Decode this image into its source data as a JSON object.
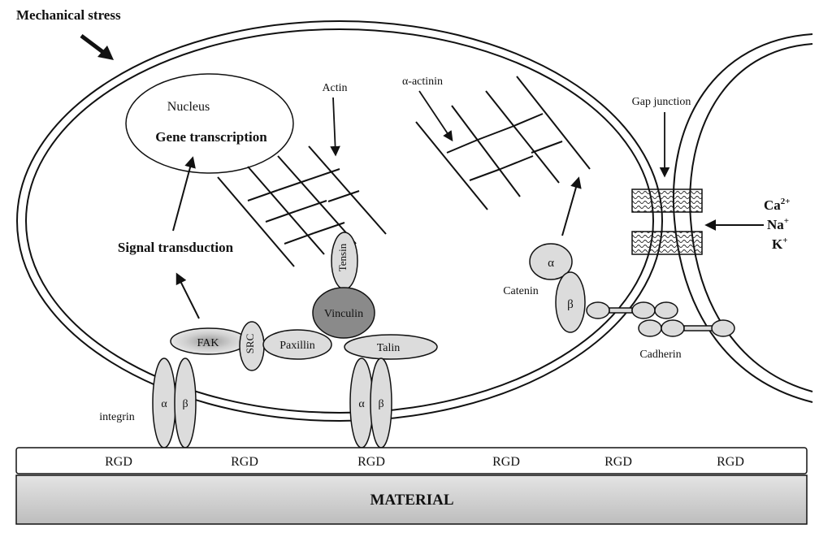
{
  "title": "Mechanical stress",
  "labels": {
    "nucleus": "Nucleus",
    "gene_transcription": "Gene transcription",
    "signal_transduction": "Signal transduction",
    "actin": "Actin",
    "alpha_actinin": "α-actinin",
    "gap_junction": "Gap junction",
    "catenin": "Catenin",
    "cadherin": "Cadherin",
    "integrin": "integrin",
    "material": "MATERIAL"
  },
  "ions": {
    "ca_base": "Ca",
    "ca_sup": "2+",
    "na_base": "Na",
    "na_sup": "+",
    "k_base": "K",
    "k_sup": "+"
  },
  "proteins": {
    "fak": "FAK",
    "src": "SRC",
    "paxillin": "Paxillin",
    "vinculin": "Vinculin",
    "tensin": "Tensin",
    "talin": "Talin",
    "integrin_alpha": "α",
    "integrin_beta": "β",
    "catenin_alpha": "α",
    "catenin_beta": "β"
  },
  "rgd_labels": [
    "RGD",
    "RGD",
    "RGD",
    "RGD",
    "RGD",
    "RGD"
  ],
  "colors": {
    "line": "#111111",
    "protein_fill": "#dcdcdc",
    "vinculin_fill": "#8a8a8a",
    "material_fill": "#cfcfcf"
  }
}
